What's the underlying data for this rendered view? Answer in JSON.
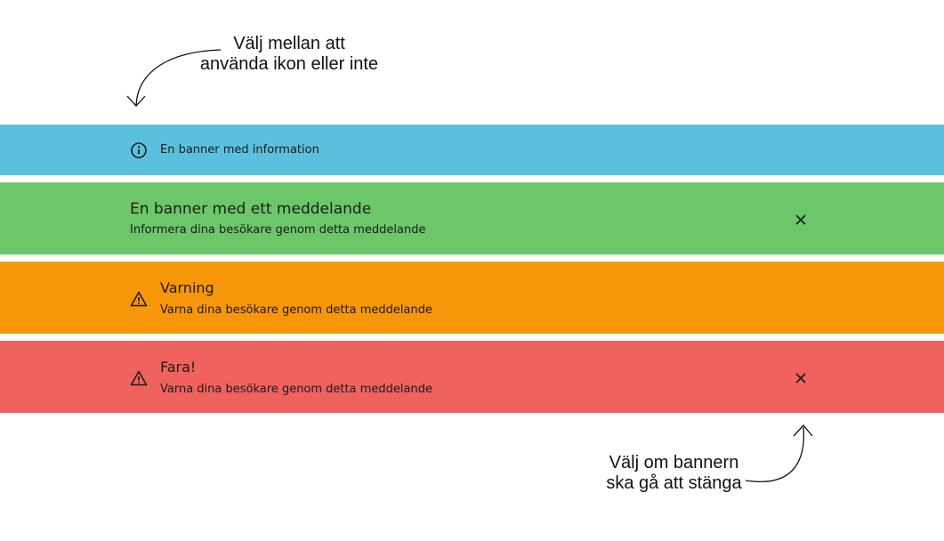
{
  "annotations": {
    "icon_note": [
      "Välj mellan att",
      "använda ikon eller inte"
    ],
    "close_note": [
      "Välj om bannern",
      "ska gå att stänga"
    ]
  },
  "banners": [
    {
      "type": "info",
      "color": "#5bc0de",
      "icon": "info-circle-icon",
      "title": "En banner med information",
      "closable": false
    },
    {
      "type": "success",
      "color": "#6cc76a",
      "icon": null,
      "title": "En banner med ett meddelande",
      "message": "Informera dina besökare genom detta meddelande",
      "closable": true
    },
    {
      "type": "warning",
      "color": "#f8960a",
      "icon": "warning-triangle-icon",
      "title": "Varning",
      "message": "Varna dina besökare genom detta meddelande",
      "closable": false
    },
    {
      "type": "danger",
      "color": "#ef625e",
      "icon": "warning-triangle-icon",
      "title": "Fara!",
      "message": "Varna dina besökare genom detta meddelande",
      "closable": true
    }
  ]
}
